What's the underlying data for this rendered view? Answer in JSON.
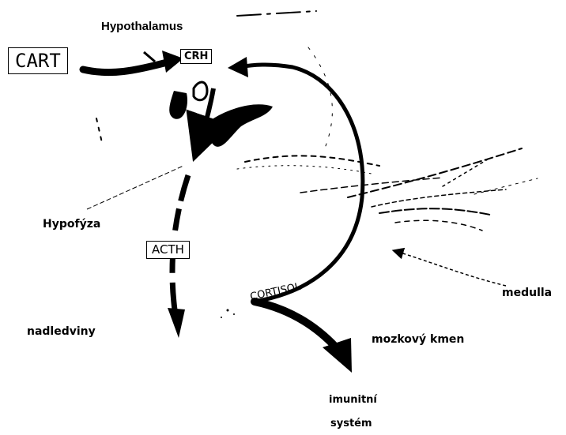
{
  "labels": {
    "hypothalamus": "Hypothalamus",
    "cart": "CART",
    "crh": "CRH",
    "hypofyza": "Hypofýza",
    "acth": "ACTH",
    "nadledviny": "nadledviny",
    "cortisol": "CORTISOL",
    "mozkovy_kmen": "mozkový kmen",
    "medulla": "medulla",
    "imunitni_system_line1": "imunitní",
    "imunitni_system_line2": "systém"
  },
  "colors": {
    "ink": "#000000",
    "background": "#ffffff"
  }
}
